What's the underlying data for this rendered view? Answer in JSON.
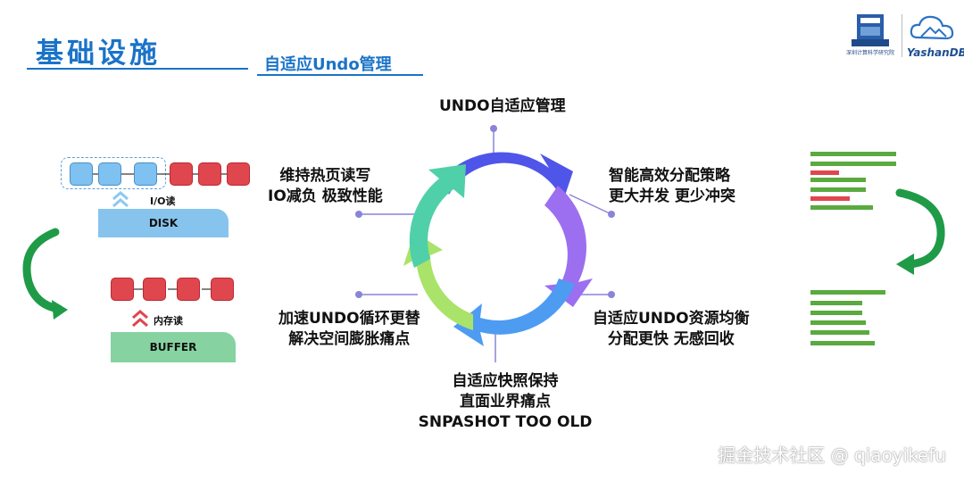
{
  "header": {
    "title": "基础设施",
    "subtitle": "自适应Undo管理",
    "logo_left_text": "深圳计算科学研究院",
    "logo_right_text": "YashanDB"
  },
  "diagram": {
    "center_label": "UNDO自适应管理",
    "items": {
      "top_right": [
        "智能高效分配策略",
        "更大并发 更少冲突"
      ],
      "bottom_right": [
        "自适应UNDO资源均衡",
        "分配更快 无感回收"
      ],
      "bottom": [
        "自适应快照保持",
        "直面业界痛点",
        "SNPASHOT TOO OLD"
      ],
      "bottom_left": [
        "加速UNDO循环更替",
        "解决空间膨胀痛点"
      ],
      "top_left": [
        "维持热页读写",
        "IO减负 极致性能"
      ]
    },
    "cycle_colors": [
      "#5a5cf0",
      "#9b6ff0",
      "#4d9cf2",
      "#a9e36a",
      "#4fd0a8"
    ]
  },
  "left_panel": {
    "io_label": "I/O读",
    "disk_label": "DISK",
    "mem_label": "内存读",
    "buffer_label": "BUFFER"
  },
  "watermark": "掘金技术社区 @ qiaoyikefu"
}
